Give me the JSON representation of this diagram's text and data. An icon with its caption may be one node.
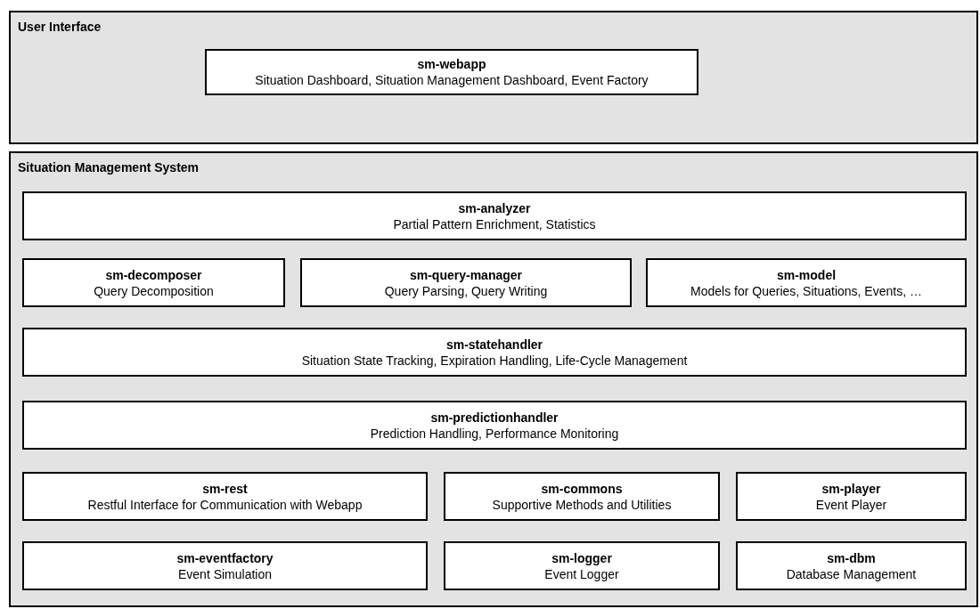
{
  "diagram": {
    "nodes": [
      {
        "text": [
          "User Interface"
        ]
      },
      {
        "text": [
          "sm-webapp",
          "Situation Dashboard, Situation Management Dashboard, Event Factory"
        ],
        "in": 0
      },
      {
        "text": [
          "Situation Management System"
        ]
      },
      {
        "text": [
          "sm-analyzer",
          "Partial Pattern Enrichment, Statistics"
        ],
        "in": 2
      },
      {
        "text": [
          "sm-decomposer",
          "Query Decomposition"
        ],
        "in": 2
      },
      {
        "text": [
          "sm-query-manager",
          "Query Parsing, Query Writing"
        ],
        "in": 2
      },
      {
        "text": [
          "sm-model",
          "Models for Queries, Situations, Events, …"
        ],
        "in": 2
      },
      {
        "text": [
          "sm-statehandler",
          "Situation State Tracking, Expiration Handling, Life-Cycle Management"
        ],
        "in": 2
      },
      {
        "text": [
          "sm-predictionhandler",
          "Prediction Handling, Performance Monitoring"
        ],
        "in": 2
      },
      {
        "text": [
          "sm-rest",
          "Restful Interface for Communication with Webapp"
        ],
        "in": 2
      },
      {
        "text": [
          "sm-commons",
          "Supportive Methods and Utilities"
        ],
        "in": 2
      },
      {
        "text": [
          "sm-player",
          "Event Player"
        ],
        "in": 2
      },
      {
        "text": [
          "sm-eventfactory",
          "Event Simulation"
        ],
        "in": 2
      },
      {
        "text": [
          "sm-logger",
          "Event Logger"
        ],
        "in": 2
      },
      {
        "text": [
          "sm-dbm",
          "Database Management"
        ],
        "in": 2
      }
    ]
  }
}
